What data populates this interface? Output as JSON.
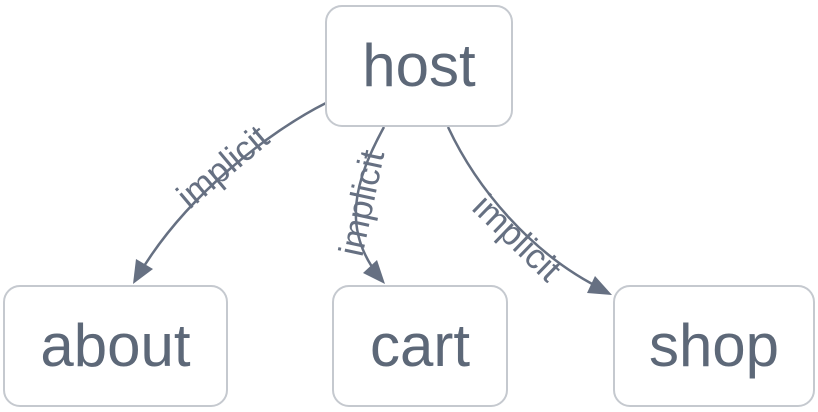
{
  "diagram": {
    "type": "flowchart",
    "direction": "top-down",
    "colors": {
      "background": "#ffffff",
      "node_fill": "#ffffff",
      "node_border": "#c5c9cf",
      "node_text": "#5d6878",
      "edge_stroke": "#667082",
      "edge_label_text": "#667082"
    },
    "nodes": [
      {
        "id": "host",
        "label": "host"
      },
      {
        "id": "about",
        "label": "about"
      },
      {
        "id": "cart",
        "label": "cart"
      },
      {
        "id": "shop",
        "label": "shop"
      }
    ],
    "edges": [
      {
        "from": "host",
        "to": "about",
        "label": "implicit",
        "arrow": "filled-triangle"
      },
      {
        "from": "host",
        "to": "cart",
        "label": "implicit",
        "arrow": "filled-triangle"
      },
      {
        "from": "host",
        "to": "shop",
        "label": "implicit",
        "arrow": "filled-triangle"
      }
    ]
  }
}
